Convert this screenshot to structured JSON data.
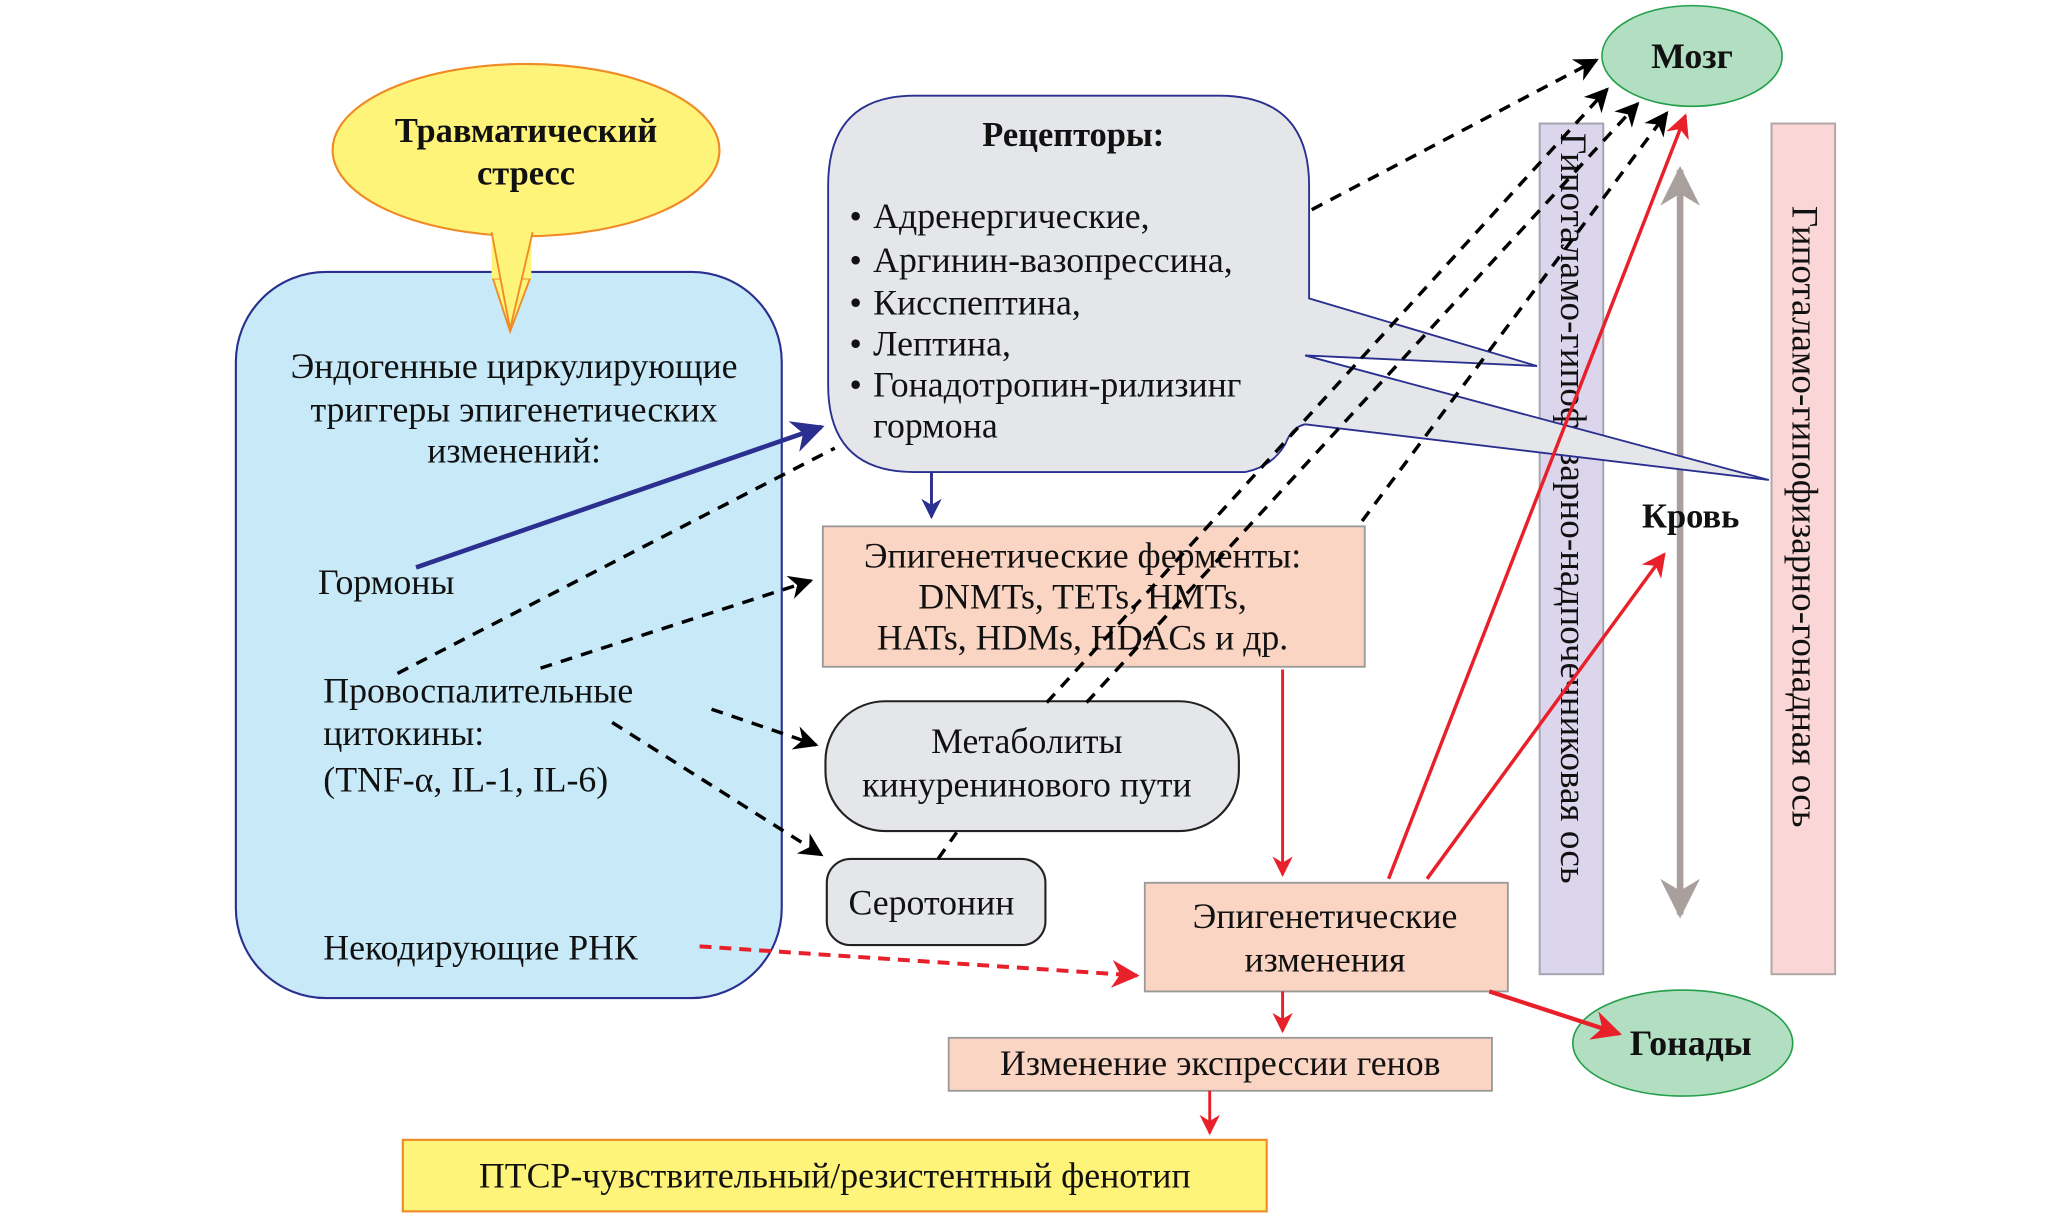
{
  "stress": {
    "line1": "Травматический",
    "line2": "стресс"
  },
  "triggers": {
    "title_lines": [
      "Эндогенные циркулирующие",
      "триггеры эпигенетических",
      "изменений:"
    ],
    "hormones": "Гормоны",
    "cytokines_lines": [
      "Провоспалительные",
      "цитокины:",
      "(TNF-α, IL-1, IL-6)"
    ],
    "ncrna": "Некодирующие РНК"
  },
  "receptors": {
    "title": "Рецепторы:",
    "items": [
      "Адренергические,",
      "Аргинин-вазопрессина,",
      "Кисспептина,",
      "Лептина,",
      "Гонадотропин-рилизинг"
    ],
    "last_line": "гормона",
    "bullet": "•"
  },
  "enzymes": {
    "lines": [
      "Эпигенетические ферменты:",
      "DNMTs, TETs, HMTs,",
      "HATs, HDMs, HDACs и др."
    ]
  },
  "kynurenine": {
    "lines": [
      "Метаболиты",
      "кинуренинового пути"
    ]
  },
  "serotonin": {
    "label": "Серотонин"
  },
  "epi_changes": {
    "lines": [
      "Эпигенетические",
      "изменения"
    ]
  },
  "gene_expression": {
    "label": "Изменение экспрессии генов"
  },
  "phenotype": {
    "label": "ПТСР-чувствительный/резистентный фенотип"
  },
  "brain": {
    "label": "Мозг"
  },
  "gonads": {
    "label": "Гонады"
  },
  "blood": {
    "label": "Кровь"
  },
  "hpa_axis": {
    "label": "Гипоталамо-гипофизарно-надпочечниковая ось"
  },
  "hpg_axis": {
    "label": "Гипоталамо-гипофизарно-гонадная ось"
  },
  "colors": {
    "blue_box": "#c8e9f8",
    "blue_stroke": "#2b2f8f",
    "gray_box": "#e4e6e9",
    "salmon_box": "#fbd5c4",
    "yellow": "#fff47a",
    "orange_stroke": "#f08a24",
    "green_ellipse": "#b2dec2",
    "lavender": "#dcd6ec",
    "pink": "#fbd6d6",
    "red_arrow": "#e8202a",
    "gray_arrow": "#a9a09e"
  }
}
